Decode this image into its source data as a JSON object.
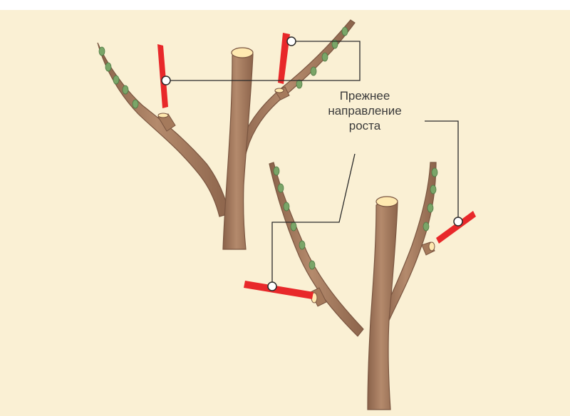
{
  "diagram": {
    "annotation_lines": [
      "Прежнее",
      "направление",
      "роста"
    ],
    "colors": {
      "background": "#faf0d4",
      "bark": "#a57a5c",
      "bark_dark": "#7a5540",
      "bud": "#7aa568",
      "cut": "#ffe9b0",
      "cut_marker": "#e8282a",
      "leader_line": "#2a2a2a"
    }
  }
}
